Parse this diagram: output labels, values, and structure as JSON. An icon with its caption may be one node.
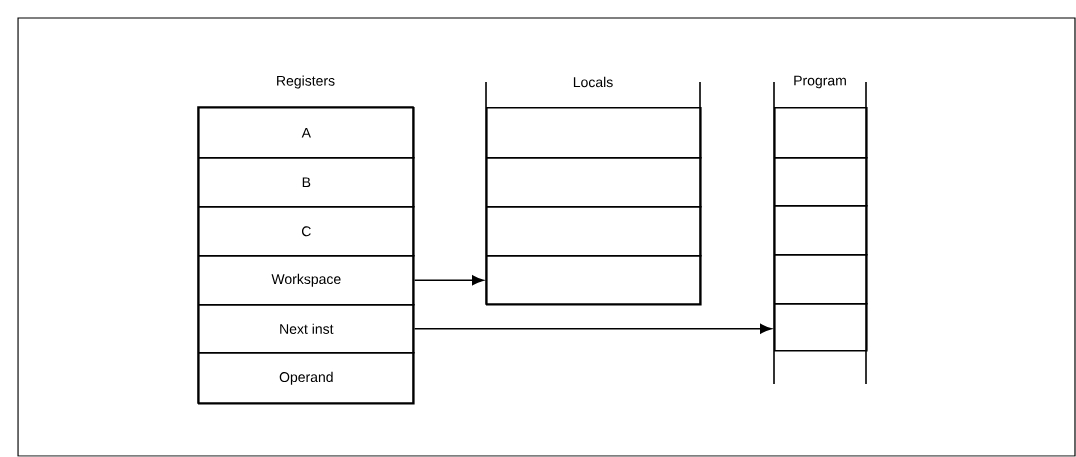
{
  "diagram": {
    "nodes": [
      {
        "text": [
          "Registers"
        ]
      },
      {
        "text": [
          "A"
        ],
        "in": 0
      },
      {
        "text": [
          "B"
        ],
        "in": 0
      },
      {
        "text": [
          "C"
        ],
        "in": 0
      },
      {
        "text": [
          "Workspace"
        ],
        "in": 0
      },
      {
        "text": [
          "Next inst"
        ],
        "in": 0
      },
      {
        "text": [
          "Operand"
        ],
        "in": 0
      },
      {
        "text": [
          "Locals"
        ]
      },
      {
        "text": [],
        "shape": "box",
        "in": 7
      },
      {
        "text": [],
        "shape": "box",
        "in": 7
      },
      {
        "text": [],
        "shape": "box",
        "in": 7
      },
      {
        "text": [],
        "shape": "box",
        "in": 7
      },
      {
        "text": [
          "Program"
        ]
      },
      {
        "text": [],
        "shape": "box",
        "in": 12
      },
      {
        "text": [],
        "shape": "box",
        "in": 12
      },
      {
        "text": [],
        "shape": "box",
        "in": 12
      },
      {
        "text": [],
        "shape": "box",
        "in": 12
      },
      {
        "text": [],
        "shape": "box",
        "in": 12
      }
    ],
    "edges": [
      {
        "from": 4,
        "to": 11,
        "arrow": "to"
      },
      {
        "from": 5,
        "to": 17,
        "arrow": "to"
      }
    ]
  }
}
